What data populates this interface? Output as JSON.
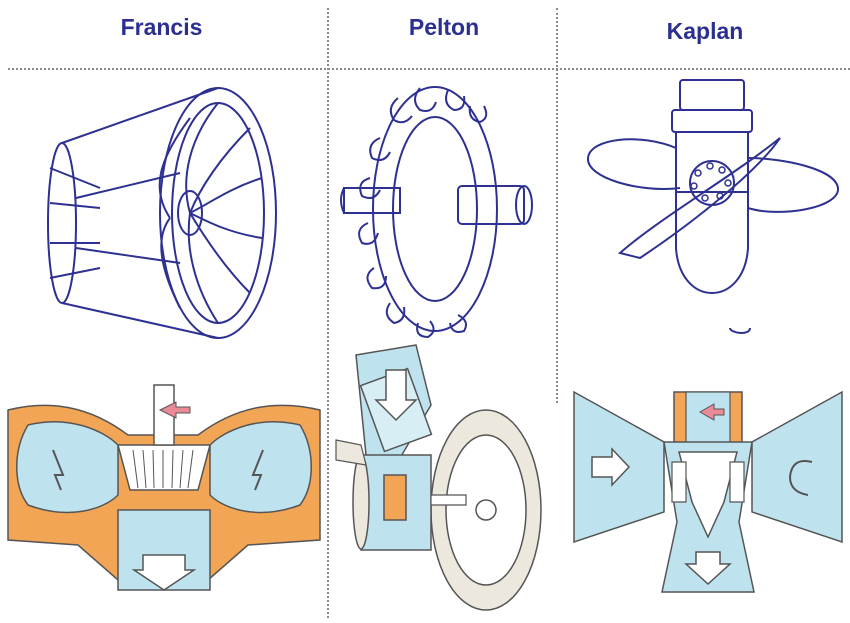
{
  "columns": [
    {
      "key": "francis",
      "title": "Francis"
    },
    {
      "key": "pelton",
      "title": "Pelton"
    },
    {
      "key": "kaplan",
      "title": "Kaplan"
    }
  ],
  "colors": {
    "title": "#2b2f8f",
    "line_art": "#2e3192",
    "divider": "#8a8a8a",
    "water": "#bfe3ee",
    "casing": "#f2a554",
    "arrow_pink": "#e98a96"
  },
  "icons": [
    "flow-arrow-icon",
    "rotation-arrow-icon"
  ]
}
